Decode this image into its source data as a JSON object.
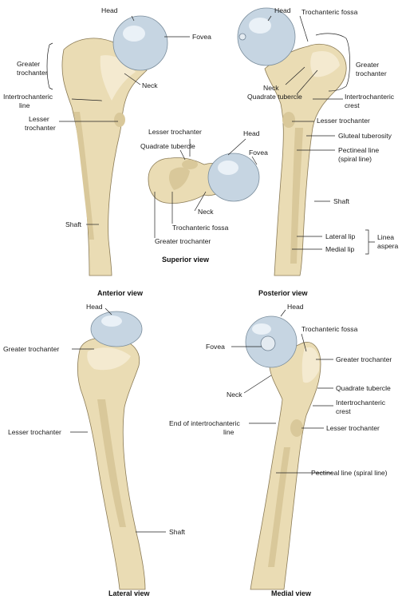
{
  "colors": {
    "bone": "#eadcb4",
    "bone_shadow": "#d9c89a",
    "femoral_head": "#c6d5e2",
    "background": "#ffffff"
  },
  "views": {
    "anterior": {
      "caption": "Anterior view",
      "labels": {
        "head": "Head",
        "fovea": "Fovea",
        "greater_trochanter_1": "Greater",
        "greater_trochanter_2": "trochanter",
        "neck": "Neck",
        "intertrochanteric_1": "Intertrochanteric",
        "intertrochanteric_2": "line",
        "lesser_trochanter_1": "Lesser",
        "lesser_trochanter_2": "trochanter",
        "shaft": "Shaft"
      }
    },
    "posterior": {
      "caption": "Posterior view",
      "labels": {
        "head": "Head",
        "trochanteric_fossa": "Trochanteric fossa",
        "greater_trochanter_1": "Greater",
        "greater_trochanter_2": "trochanter",
        "neck": "Neck",
        "quadrate_tubercle": "Quadrate tubercle",
        "intertrochanteric_crest_1": "Intertrochanteric",
        "intertrochanteric_crest_2": "crest",
        "lesser_trochanter": "Lesser trochanter",
        "gluteal_tuberosity": "Gluteal tuberosity",
        "pectineal_line_1": "Pectineal line",
        "pectineal_line_2": "(spiral line)",
        "shaft": "Shaft",
        "lateral_lip": "Lateral lip",
        "medial_lip": "Medial lip",
        "linea_aspera_1": "Linea",
        "linea_aspera_2": "aspera"
      }
    },
    "superior": {
      "caption": "Superior view",
      "labels": {
        "lesser_trochanter": "Lesser trochanter",
        "head": "Head",
        "quadrate_tubercle": "Quadrate tubercle",
        "fovea": "Fovea",
        "neck": "Neck",
        "trochanteric_fossa": "Trochanteric fossa",
        "greater_trochanter": "Greater trochanter"
      }
    },
    "lateral": {
      "caption": "Lateral view",
      "labels": {
        "head": "Head",
        "greater_trochanter": "Greater trochanter",
        "lesser_trochanter": "Lesser trochanter",
        "shaft": "Shaft"
      }
    },
    "medial": {
      "caption": "Medial view",
      "labels": {
        "head": "Head",
        "fovea": "Fovea",
        "trochanteric_fossa": "Trochanteric fossa",
        "greater_trochanter": "Greater trochanter",
        "neck": "Neck",
        "quadrate_tubercle": "Quadrate tubercle",
        "intertrochanteric_crest_1": "Intertrochanteric",
        "intertrochanteric_crest_2": "crest",
        "end_intertrochanteric_1": "End of intertrochanteric",
        "end_intertrochanteric_2": "line",
        "lesser_trochanter": "Lesser trochanter",
        "pectineal_line": "Pectineal line (spiral line)"
      }
    }
  }
}
